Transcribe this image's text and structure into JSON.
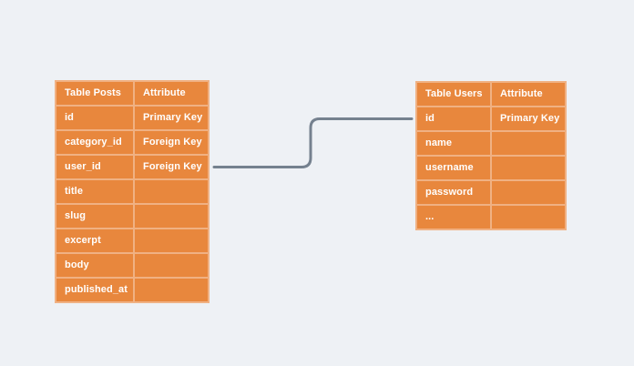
{
  "colors": {
    "canvas_bg": "#eef1f5",
    "table_fill": "#e8873d",
    "table_border": "#f0b183",
    "table_text": "#ffffff",
    "connector": "#75818f"
  },
  "diagram": {
    "tables": [
      {
        "id": "posts",
        "header": {
          "title": "Table Posts",
          "attribute": "Attribute"
        },
        "rows": [
          {
            "field": "id",
            "attribute": "Primary Key"
          },
          {
            "field": "category_id",
            "attribute": "Foreign Key"
          },
          {
            "field": "user_id",
            "attribute": "Foreign Key"
          },
          {
            "field": "title",
            "attribute": ""
          },
          {
            "field": "slug",
            "attribute": ""
          },
          {
            "field": "excerpt",
            "attribute": ""
          },
          {
            "field": "body",
            "attribute": ""
          },
          {
            "field": "published_at",
            "attribute": ""
          }
        ]
      },
      {
        "id": "users",
        "header": {
          "title": "Table Users",
          "attribute": "Attribute"
        },
        "rows": [
          {
            "field": "id",
            "attribute": "Primary Key"
          },
          {
            "field": "name",
            "attribute": ""
          },
          {
            "field": "username",
            "attribute": ""
          },
          {
            "field": "password",
            "attribute": ""
          },
          {
            "field": "...",
            "attribute": ""
          }
        ]
      }
    ],
    "connector": {
      "from_table": "Table Posts",
      "from_field": "user_id",
      "to_table": "Table Users",
      "to_field": "id",
      "color": "#75818f"
    }
  }
}
